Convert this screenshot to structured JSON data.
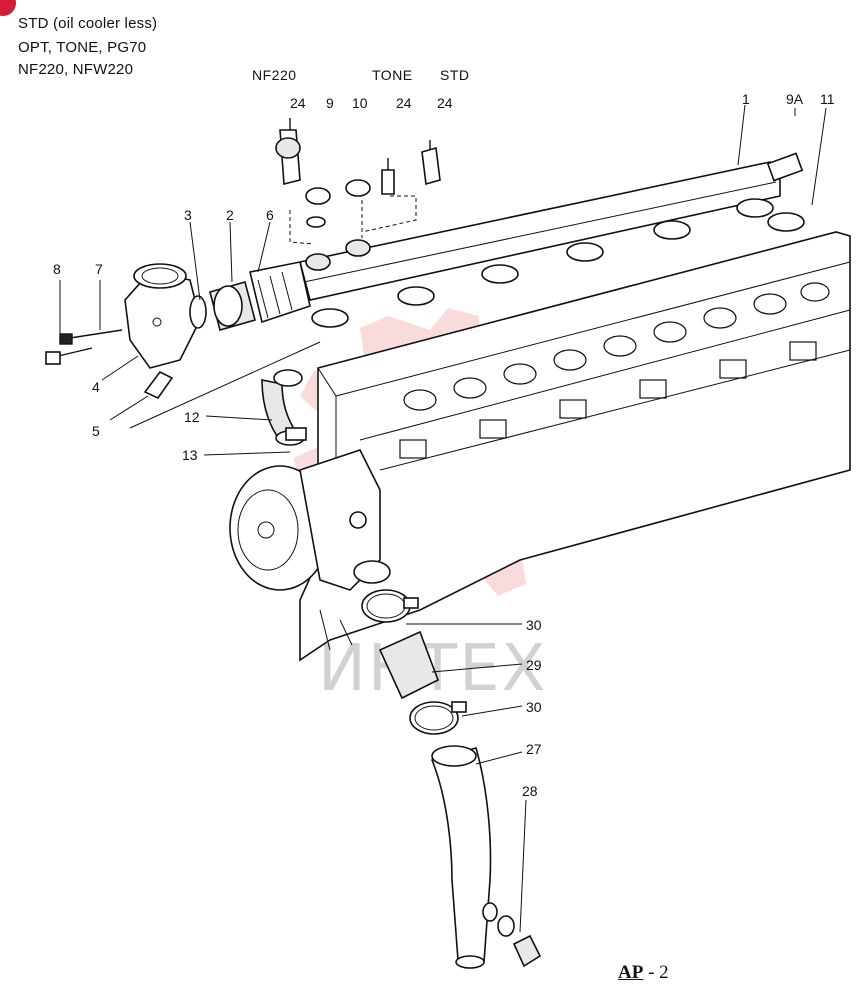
{
  "header": {
    "line1": "STD (oil cooler less)",
    "line2": "OPT, TONE, PG70",
    "line3": "NF220, NFW220"
  },
  "groups": {
    "nf220": "NF220",
    "tone": "TONE",
    "std": "STD"
  },
  "callouts": {
    "c24a": "24",
    "c9": "9",
    "c10": "10",
    "c24b": "24",
    "c24c": "24",
    "c1": "1",
    "c9a": "9A",
    "c11": "11",
    "c3": "3",
    "c2": "2",
    "c6": "6",
    "c8": "8",
    "c7": "7",
    "c4": "4",
    "c5": "5",
    "c12": "12",
    "c13": "13",
    "c30a": "30",
    "c29": "29",
    "c30b": "30",
    "c27": "27",
    "c28": "28"
  },
  "watermark": "ИНТЕХ",
  "page_ref": {
    "code": "AP",
    "sep": " - ",
    "number": "2"
  },
  "colors": {
    "ink": "#111111",
    "watermark": "#e97d7d",
    "badge": "#d81b3a"
  }
}
